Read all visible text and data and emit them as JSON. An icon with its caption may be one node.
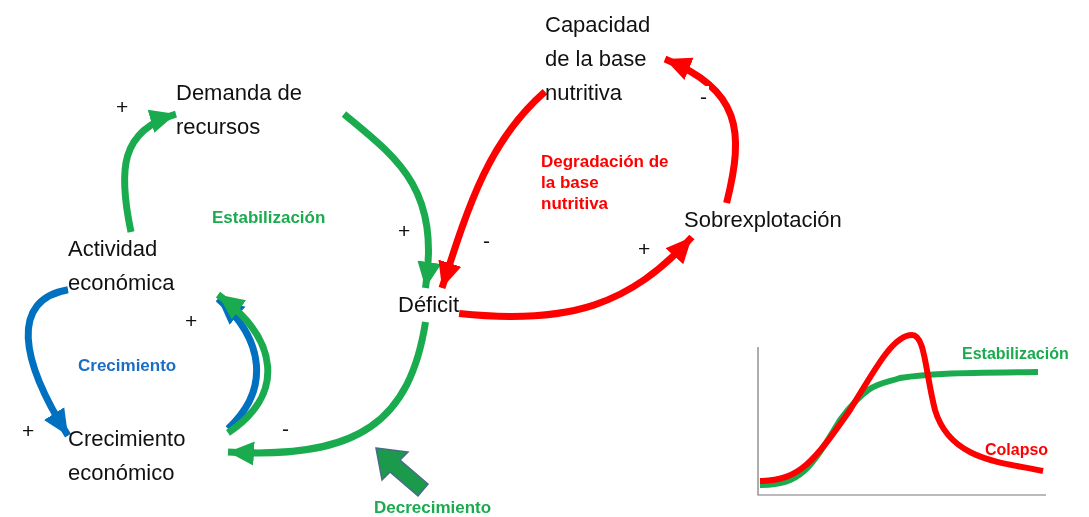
{
  "diagram": {
    "nodes": [
      {
        "text": [
          "Demanda de recursos"
        ]
      },
      {
        "text": [
          "Capacidad de la base nutritiva"
        ]
      },
      {
        "text": [
          "Actividad económica"
        ]
      },
      {
        "text": [
          "Déficit"
        ]
      },
      {
        "text": [
          "Sobrexplotación"
        ]
      },
      {
        "text": [
          "Crecimiento económico"
        ]
      }
    ],
    "edges": [
      {
        "from": 2,
        "to": 0,
        "arrow": "to",
        "label": "+"
      },
      {
        "from": 0,
        "to": 3,
        "arrow": "to",
        "label": "+"
      },
      {
        "from": 1,
        "to": 3,
        "arrow": "to",
        "label": "-",
        "color": "#ff0000"
      },
      {
        "from": 3,
        "to": 4,
        "arrow": "to",
        "label": "+",
        "color": "#ff0000"
      },
      {
        "from": 4,
        "to": 1,
        "arrow": "to",
        "label": "-",
        "color": "#ff0000"
      },
      {
        "from": 2,
        "to": 5,
        "arrow": "to",
        "label": "+",
        "color": "#0070c0"
      },
      {
        "from": 5,
        "to": 2,
        "arrow": "to",
        "label": "+",
        "color": "#0070c0"
      },
      {
        "from": 5,
        "to": 2,
        "arrow": "to"
      },
      {
        "from": 3,
        "to": 5,
        "arrow": "to",
        "label": "-"
      }
    ],
    "labels": [
      "Estabilización",
      "Degradación de la base nutritiva",
      "Crecimiento",
      "Decrecimiento",
      "Estabilización",
      "Colapso"
    ]
  }
}
